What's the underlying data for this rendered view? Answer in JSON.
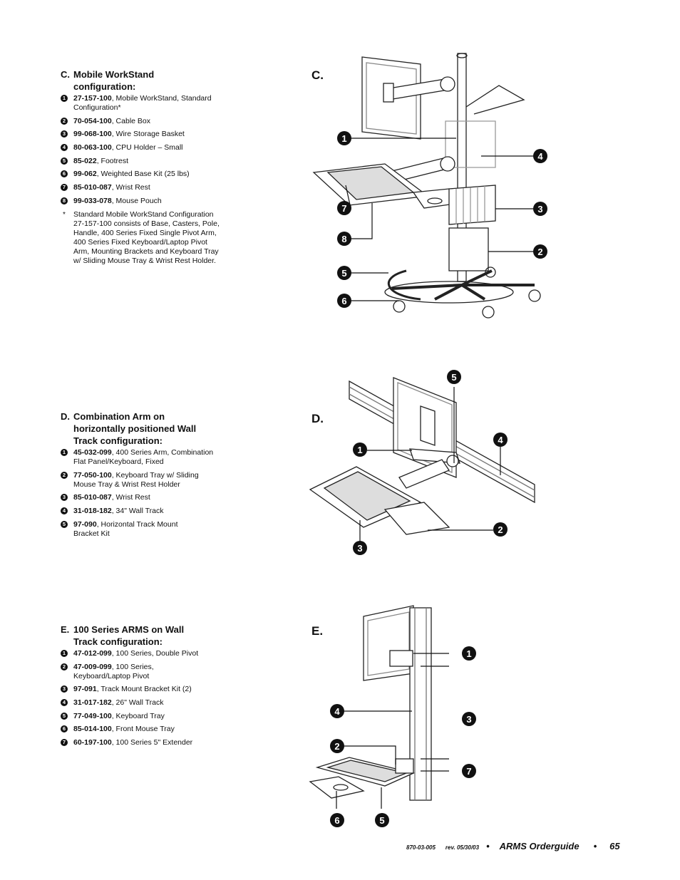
{
  "sections": {
    "c": {
      "letter": "C.",
      "title": "Mobile WorkStand configuration:",
      "items": [
        {
          "n": "1",
          "code": "27-157-100",
          "desc": ", Mobile WorkStand, Standard Configuration*"
        },
        {
          "n": "2",
          "code": "70-054-100",
          "desc": ", Cable Box"
        },
        {
          "n": "3",
          "code": "99-068-100",
          "desc": ", Wire Storage Basket"
        },
        {
          "n": "4",
          "code": "80-063-100",
          "desc": ", CPU Holder – Small"
        },
        {
          "n": "5",
          "code": "85-022",
          "desc": ", Footrest"
        },
        {
          "n": "6",
          "code": "99-062",
          "desc": ", Weighted Base Kit (25 lbs)"
        },
        {
          "n": "7",
          "code": "85-010-087",
          "desc": ", Wrist Rest"
        },
        {
          "n": "8",
          "code": "99-033-078",
          "desc": ", Mouse Pouch"
        }
      ],
      "note_mark": "*",
      "note": "Standard Mobile WorkStand Configuration 27-157-100 consists of Base, Casters, Pole, Handle, 400 Series Fixed Single Pivot Arm, 400 Series Fixed Keyboard/Laptop Pivot Arm, Mounting Brackets and Keyboard Tray w/ Sliding Mouse Tray & Wrist Rest Holder."
    },
    "d": {
      "letter": "D.",
      "title": "Combination Arm on horizontally positioned Wall Track configuration:",
      "items": [
        {
          "n": "1",
          "code": "45-032-099",
          "desc": ", 400 Series Arm, Combination Flat Panel/Keyboard, Fixed"
        },
        {
          "n": "2",
          "code": "77-050-100",
          "desc": ", Keyboard Tray w/ Sliding Mouse Tray & Wrist Rest Holder"
        },
        {
          "n": "3",
          "code": "85-010-087",
          "desc": ", Wrist Rest"
        },
        {
          "n": "4",
          "code": "31-018-182",
          "desc": ", 34\" Wall Track"
        },
        {
          "n": "5",
          "code": "97-090",
          "desc": ", Horizontal Track Mount Bracket Kit"
        }
      ]
    },
    "e": {
      "letter": "E.",
      "title": "100 Series ARMS on Wall Track configuration:",
      "items": [
        {
          "n": "1",
          "code": "47-012-099",
          "desc": ", 100 Series, Double Pivot"
        },
        {
          "n": "2",
          "code": "47-009-099",
          "desc": ", 100 Series, Keyboard/Laptop Pivot"
        },
        {
          "n": "3",
          "code": "97-091",
          "desc": ", Track Mount Bracket Kit (2)"
        },
        {
          "n": "4",
          "code": "31-017-182",
          "desc": ", 26\" Wall Track"
        },
        {
          "n": "5",
          "code": "77-049-100",
          "desc": ", Keyboard Tray"
        },
        {
          "n": "6",
          "code": "85-014-100",
          "desc": ", Front Mouse Tray"
        },
        {
          "n": "7",
          "code": "60-197-100",
          "desc": ", 100 Series 5\" Extender"
        }
      ]
    }
  },
  "figures": {
    "c": {
      "letter": "C.",
      "callouts": [
        "1",
        "4",
        "7",
        "3",
        "8",
        "2",
        "5",
        "6"
      ]
    },
    "d": {
      "letter": "D.",
      "callouts": [
        "5",
        "4",
        "1",
        "2",
        "3"
      ]
    },
    "e": {
      "letter": "E.",
      "callouts": [
        "1",
        "4",
        "3",
        "2",
        "7",
        "6",
        "5"
      ]
    }
  },
  "footer": {
    "doc_number": "870-03-005",
    "revision": "rev. 05/30/03",
    "bullet": "•",
    "guide_title": "ARMS Orderguide",
    "page_number": "65"
  }
}
